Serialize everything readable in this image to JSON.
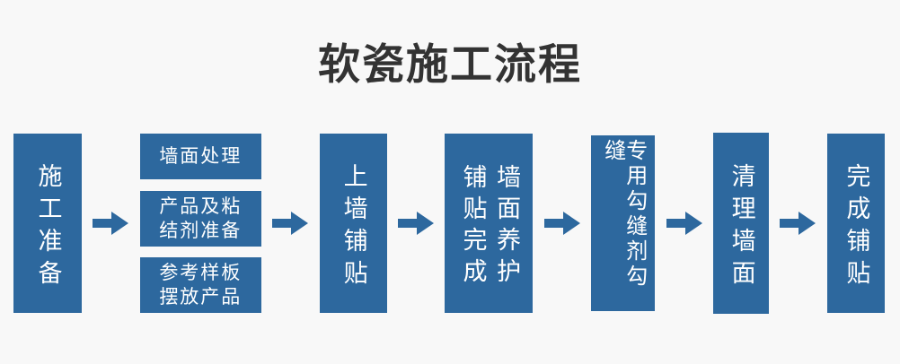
{
  "title": "软瓷施工流程",
  "colors": {
    "box": "#2d689e",
    "arrow": "#2d689e",
    "box_text": "#ffffff",
    "title_text": "#333333",
    "background": "#f8f8f8"
  },
  "icons": {
    "arrow": "arrow-right-icon"
  },
  "flow": {
    "step1": {
      "label": "施工准备"
    },
    "step2": {
      "box1_label": "墙面处理",
      "box2_lines": [
        "产品及粘",
        "结剂准备"
      ],
      "box3_lines": [
        "参考样板",
        "摆放产品"
      ]
    },
    "step3": {
      "label": "上墙铺贴"
    },
    "step4": {
      "columns": [
        "铺贴完成",
        "墙面养护"
      ]
    },
    "step5": {
      "label": "专用勾缝剂勾缝"
    },
    "step6": {
      "label": "清理墙面"
    },
    "step7": {
      "label": "完成铺贴"
    }
  }
}
